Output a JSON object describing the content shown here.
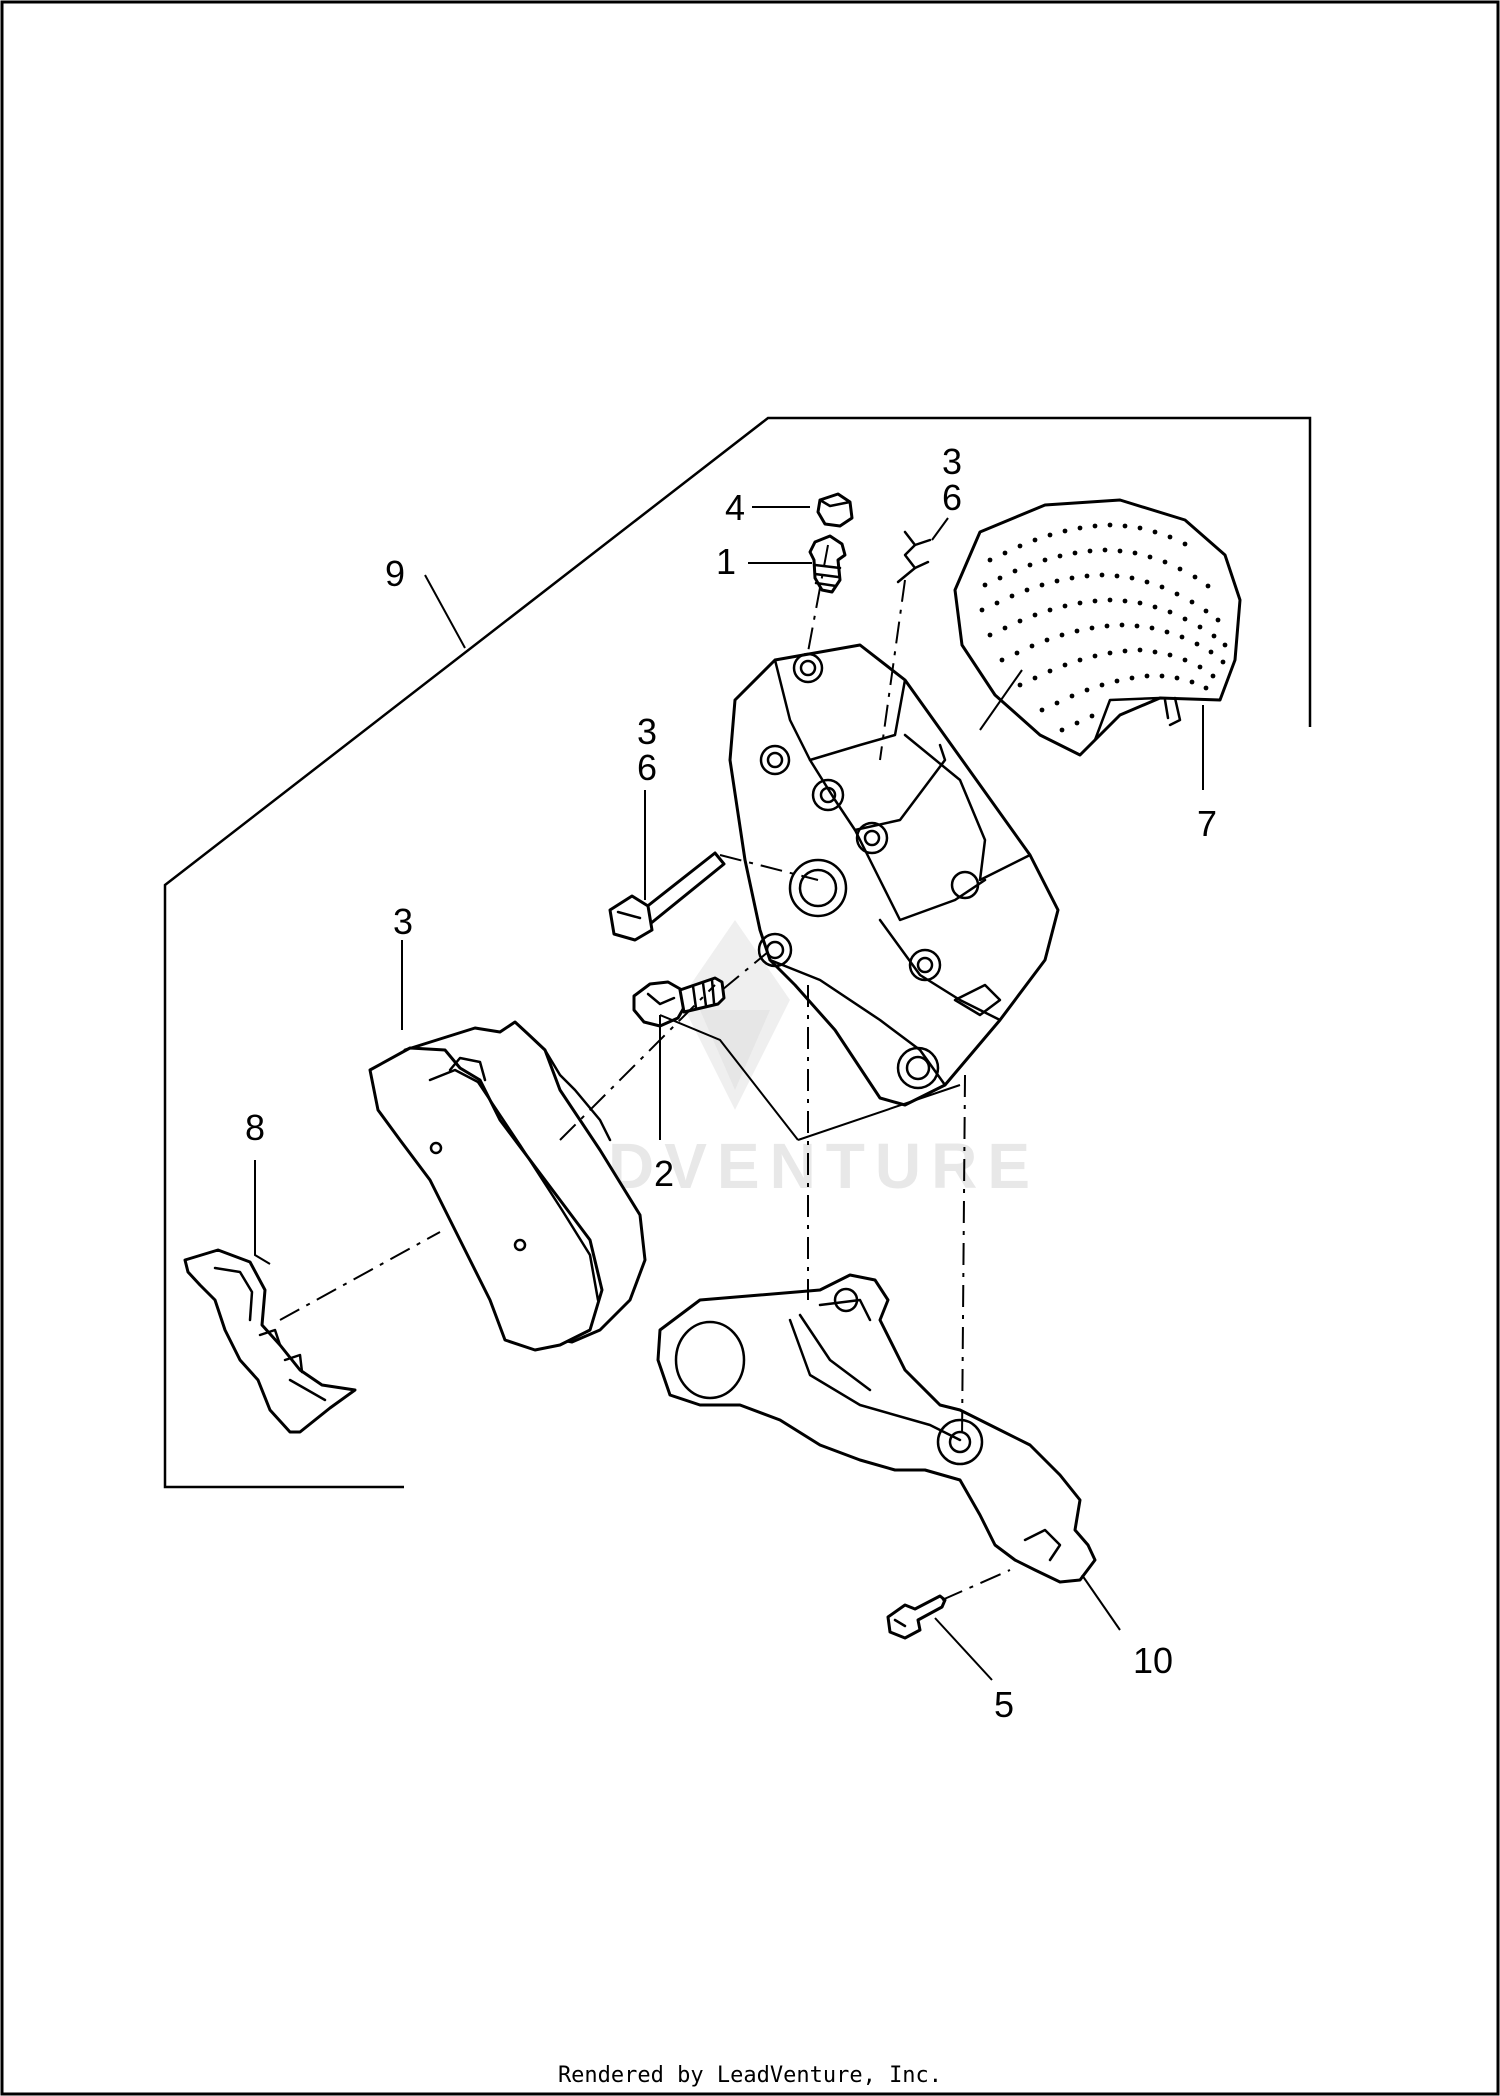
{
  "callouts": {
    "c9": "9",
    "c4": "4",
    "c1": "1",
    "c3_top": "3",
    "c6_top": "6",
    "c3_bolt": "3",
    "c6_bolt": "6",
    "c7": "7",
    "c3_pad": "3",
    "c8": "8",
    "c2": "2",
    "c5": "5",
    "c10": "10"
  },
  "watermark": "LEADVENTURE",
  "footer": "Rendered by LeadVenture, Inc.",
  "colors": {
    "line": "#000000",
    "background": "#ffffff",
    "watermark": "#e8e8e8"
  }
}
